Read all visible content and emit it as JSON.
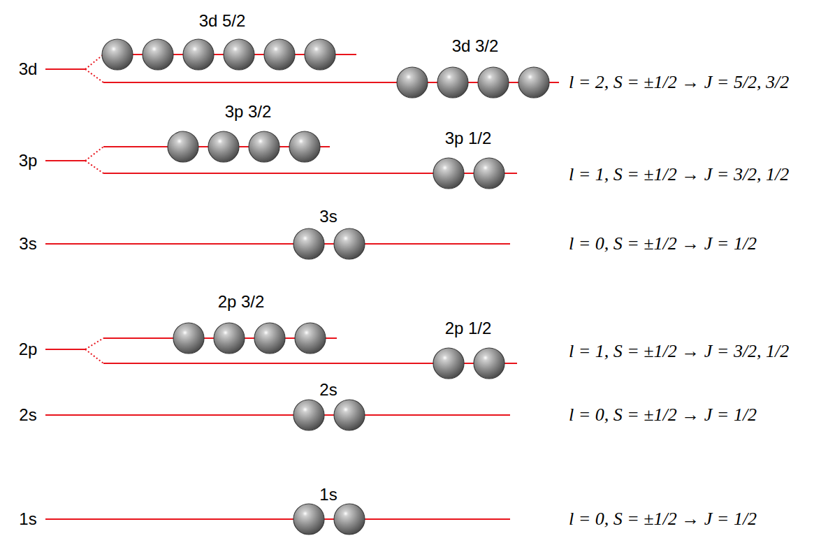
{
  "diagram": {
    "labels": [
      "3d",
      "3d 5/2",
      "3d 3/2",
      "l = 2, S = ±1/2 → J = 5/2, 3/2",
      "3p",
      "3p 3/2",
      "3p 1/2",
      "l = 1, S = ±1/2 → J = 3/2, 1/2",
      "3s",
      "3s",
      "l = 0, S = ±1/2 → J = 1/2",
      "2p",
      "2p 3/2",
      "2p 1/2",
      "l = 1, S = ±1/2 → J = 3/2, 1/2",
      "2s",
      "2s",
      "l = 0, S = ±1/2 → J = 1/2",
      "1s",
      "1s",
      "l = 0, S = ±1/2 → J = 1/2"
    ]
  }
}
